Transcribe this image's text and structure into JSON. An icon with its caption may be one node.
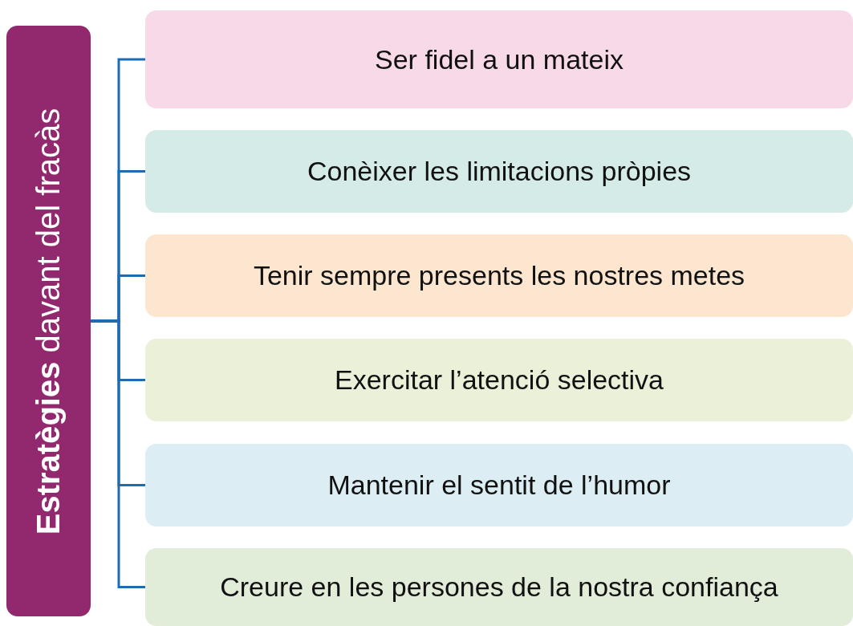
{
  "diagram": {
    "nodes": [
      {
        "text": [
          "**Estratègies** davant del fracàs"
        ]
      },
      {
        "text": [
          "Ser fidel a un mateix"
        ]
      },
      {
        "text": [
          "Conèixer les limitacions pròpies"
        ]
      },
      {
        "text": [
          "Tenir sempre presents les nostres metes"
        ]
      },
      {
        "text": [
          "Exercitar l’atenció selectiva"
        ]
      },
      {
        "text": [
          "Mantenir el sentit de l’humor"
        ]
      },
      {
        "text": [
          "Creure en les persones de la nostra confiança"
        ]
      }
    ],
    "edges": [
      {
        "from": 0,
        "to": 1,
        "arrow": "none"
      },
      {
        "from": 0,
        "to": 2,
        "arrow": "none"
      },
      {
        "from": 0,
        "to": 3,
        "arrow": "none"
      },
      {
        "from": 0,
        "to": 4,
        "arrow": "none"
      },
      {
        "from": 0,
        "to": 5,
        "arrow": "none"
      },
      {
        "from": 0,
        "to": 6,
        "arrow": "none"
      }
    ]
  }
}
